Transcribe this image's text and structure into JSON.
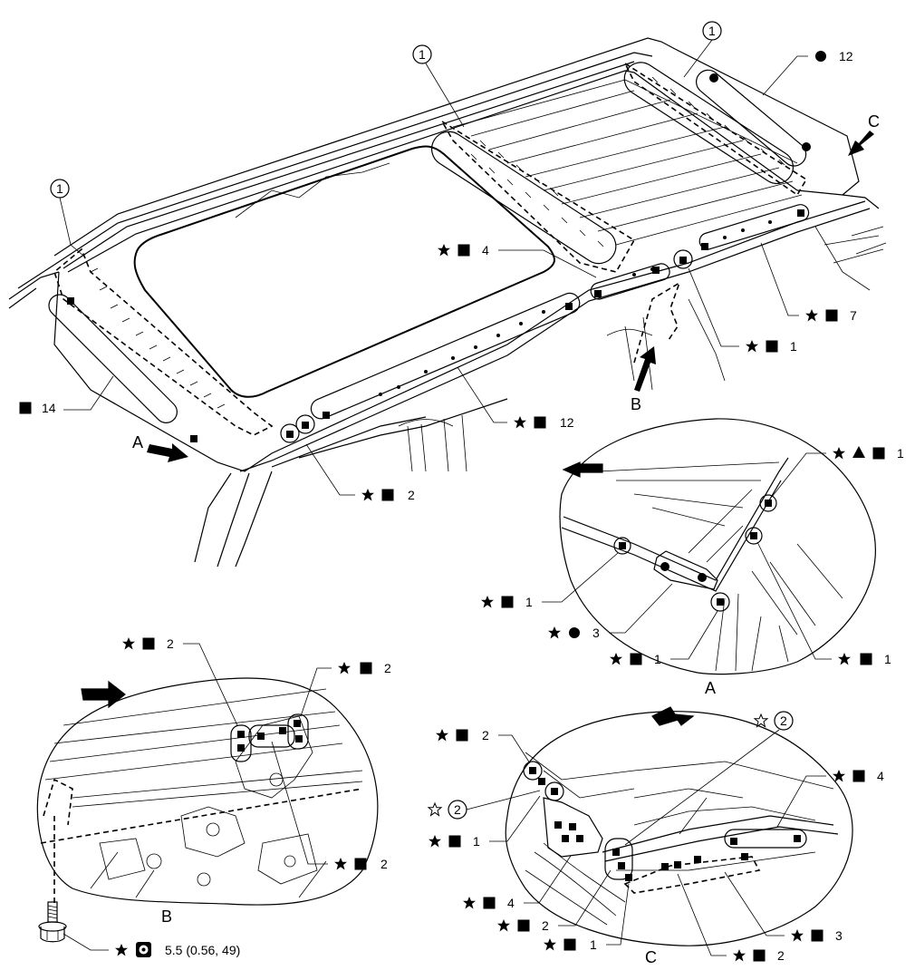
{
  "figure": {
    "view_labels": {
      "a": "A",
      "b": "B",
      "c": "C"
    },
    "main_callouts": {
      "c_14": "14",
      "c_12_top": "12",
      "c_4": "4",
      "c_7": "7",
      "c_1": "1",
      "c_12_side": "12",
      "c_2": "2",
      "ref_1": "1"
    },
    "detail_a": {
      "n1_top": "1",
      "n1_left": "1",
      "n3": "3",
      "n1_bottom": "1",
      "n1_right": "1"
    },
    "detail_b": {
      "n2_left": "2",
      "n2_right": "2",
      "n2_bottom": "2",
      "torque": "5.5 (0.56, 49)"
    },
    "detail_c": {
      "ref2_top": "2",
      "n2_top": "2",
      "n4_right": "4",
      "ref2_left": "2",
      "n1_left": "1",
      "n4_left": "4",
      "n2_mid": "2",
      "n1_bottom": "1",
      "n2_bottom": "2",
      "n3": "3"
    }
  }
}
